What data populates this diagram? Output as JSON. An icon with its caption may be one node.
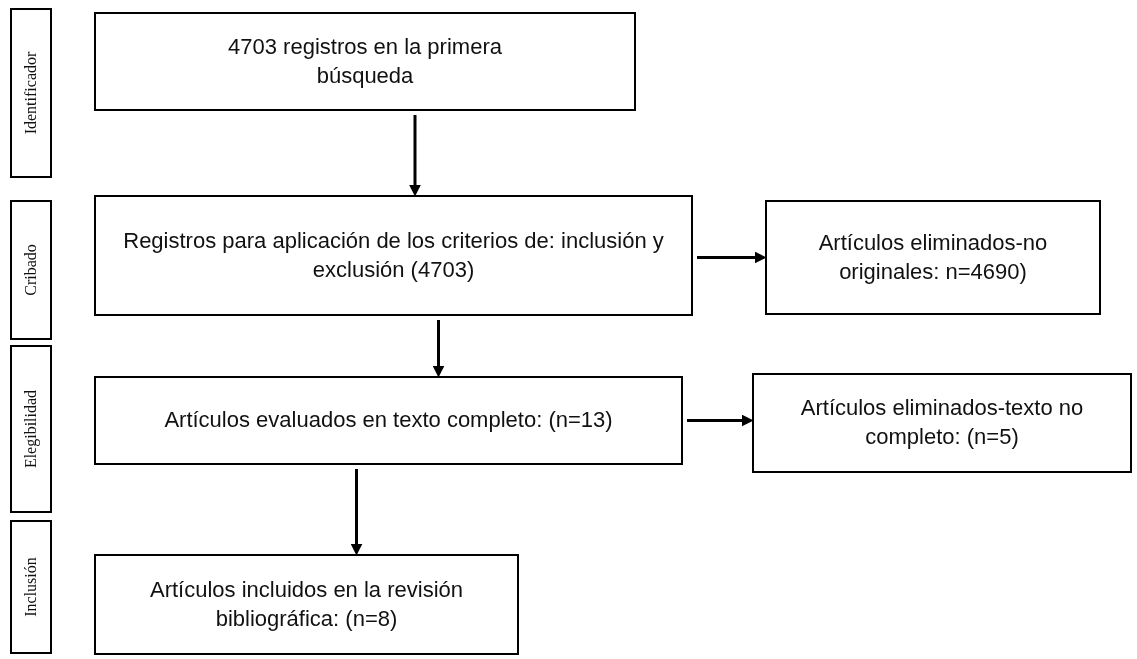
{
  "diagram": {
    "nodes": [
      {
        "text": [
          "Identificador"
        ]
      },
      {
        "text": [
          "Cribado"
        ]
      },
      {
        "text": [
          "Elegibilidad"
        ]
      },
      {
        "text": [
          "Inclusión"
        ]
      },
      {
        "text": [
          "4703 registros en la primera búsqueda"
        ]
      },
      {
        "text": [
          "Registros para aplicación de los criterios de: inclusión y exclusión (4703)"
        ]
      },
      {
        "text": [
          "Artículos eliminados-no originales: n=4690)"
        ]
      },
      {
        "text": [
          "Artículos evaluados en texto completo: (n=13)"
        ]
      },
      {
        "text": [
          "Artículos eliminados-texto no completo: (n=5)"
        ]
      },
      {
        "text": [
          "Artículos incluidos en la revisión bibliográfica: (n=8)"
        ]
      }
    ],
    "edges": [
      {
        "from": 4,
        "to": 5,
        "arrow": "to"
      },
      {
        "from": 5,
        "to": 6,
        "arrow": "to"
      },
      {
        "from": 5,
        "to": 7,
        "arrow": "to"
      },
      {
        "from": 7,
        "to": 8,
        "arrow": "to"
      },
      {
        "from": 7,
        "to": 9,
        "arrow": "to"
      }
    ]
  }
}
